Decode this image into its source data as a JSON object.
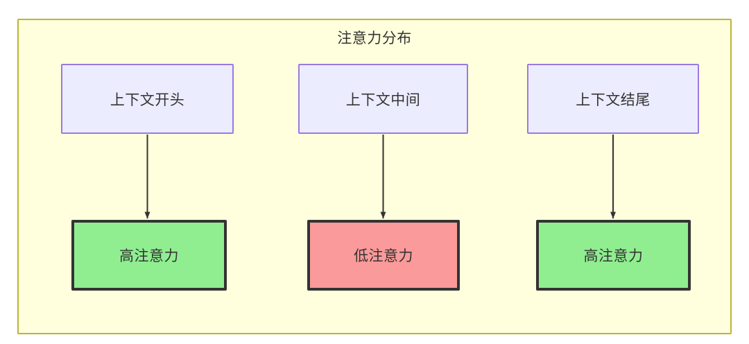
{
  "diagram": {
    "title": "注意力分布",
    "container": {
      "fill": "#ffffdd",
      "stroke": "#bdb436"
    },
    "nodes": {
      "context": [
        {
          "id": "context-start",
          "label": "上下文开头",
          "fill": "#ececff",
          "stroke": "#9a7ae0"
        },
        {
          "id": "context-middle",
          "label": "上下文中间",
          "fill": "#ececff",
          "stroke": "#9a7ae0"
        },
        {
          "id": "context-end",
          "label": "上下文结尾",
          "fill": "#ececff",
          "stroke": "#9a7ae0"
        }
      ],
      "attention": [
        {
          "id": "attention-high-start",
          "label": "高注意力",
          "fill": "#90ee90",
          "stroke": "#333333"
        },
        {
          "id": "attention-low-middle",
          "label": "低注意力",
          "fill": "#fa9a9a",
          "stroke": "#333333"
        },
        {
          "id": "attention-high-end",
          "label": "高注意力",
          "fill": "#90ee90",
          "stroke": "#333333"
        }
      ]
    },
    "edges": [
      {
        "from": "context-start",
        "to": "attention-high-start",
        "style": "solid-arrow",
        "color": "#333333"
      },
      {
        "from": "context-middle",
        "to": "attention-low-middle",
        "style": "solid-arrow",
        "color": "#333333"
      },
      {
        "from": "context-end",
        "to": "attention-high-end",
        "style": "solid-arrow",
        "color": "#333333"
      }
    ]
  }
}
